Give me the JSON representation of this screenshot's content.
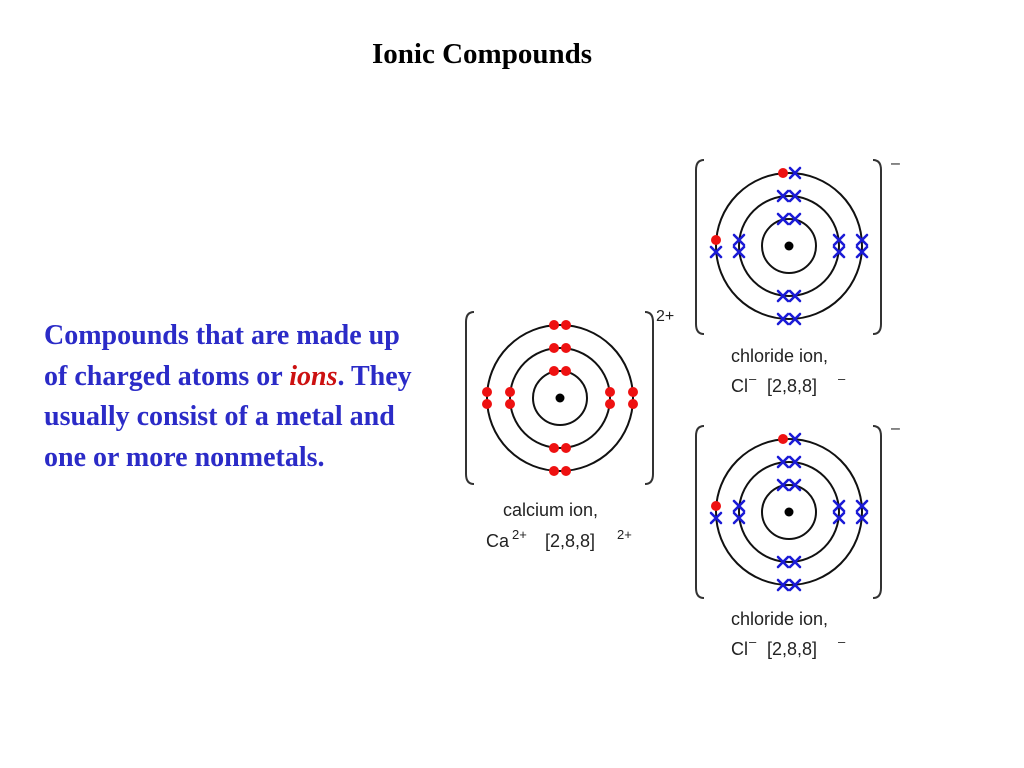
{
  "title": "Ionic Compounds",
  "body": {
    "part1": "Compounds that are made up of charged atoms or ",
    "highlight": "ions",
    "part2": ". They usually consist of a metal and one or more nonmetals."
  },
  "colors": {
    "body_text": "#2b2bc7",
    "highlight": "#cc1111",
    "calcium_electron": "#ee1111",
    "chlorine_electron": "#1a1ad6",
    "gained_electron": "#ee1111"
  },
  "ions": [
    {
      "id": "calcium",
      "charge": "2+",
      "caption_line1": "calcium ion,",
      "caption_symbol": "Ca",
      "caption_symbol_charge": "2+",
      "caption_config": "[2,8,8]",
      "caption_config_charge": "2+",
      "shells": [
        2,
        8,
        8
      ]
    },
    {
      "id": "chloride-top",
      "charge": "–",
      "caption_line1": "chloride ion,",
      "caption_symbol": "Cl",
      "caption_symbol_charge": "–",
      "caption_config": "[2,8,8]",
      "caption_config_charge": "–",
      "shells": [
        2,
        8,
        8
      ]
    },
    {
      "id": "chloride-bottom",
      "charge": "–",
      "caption_line1": "chloride ion,",
      "caption_symbol": "Cl",
      "caption_symbol_charge": "–",
      "caption_config": "[2,8,8]",
      "caption_config_charge": "–",
      "shells": [
        2,
        8,
        8
      ]
    }
  ]
}
